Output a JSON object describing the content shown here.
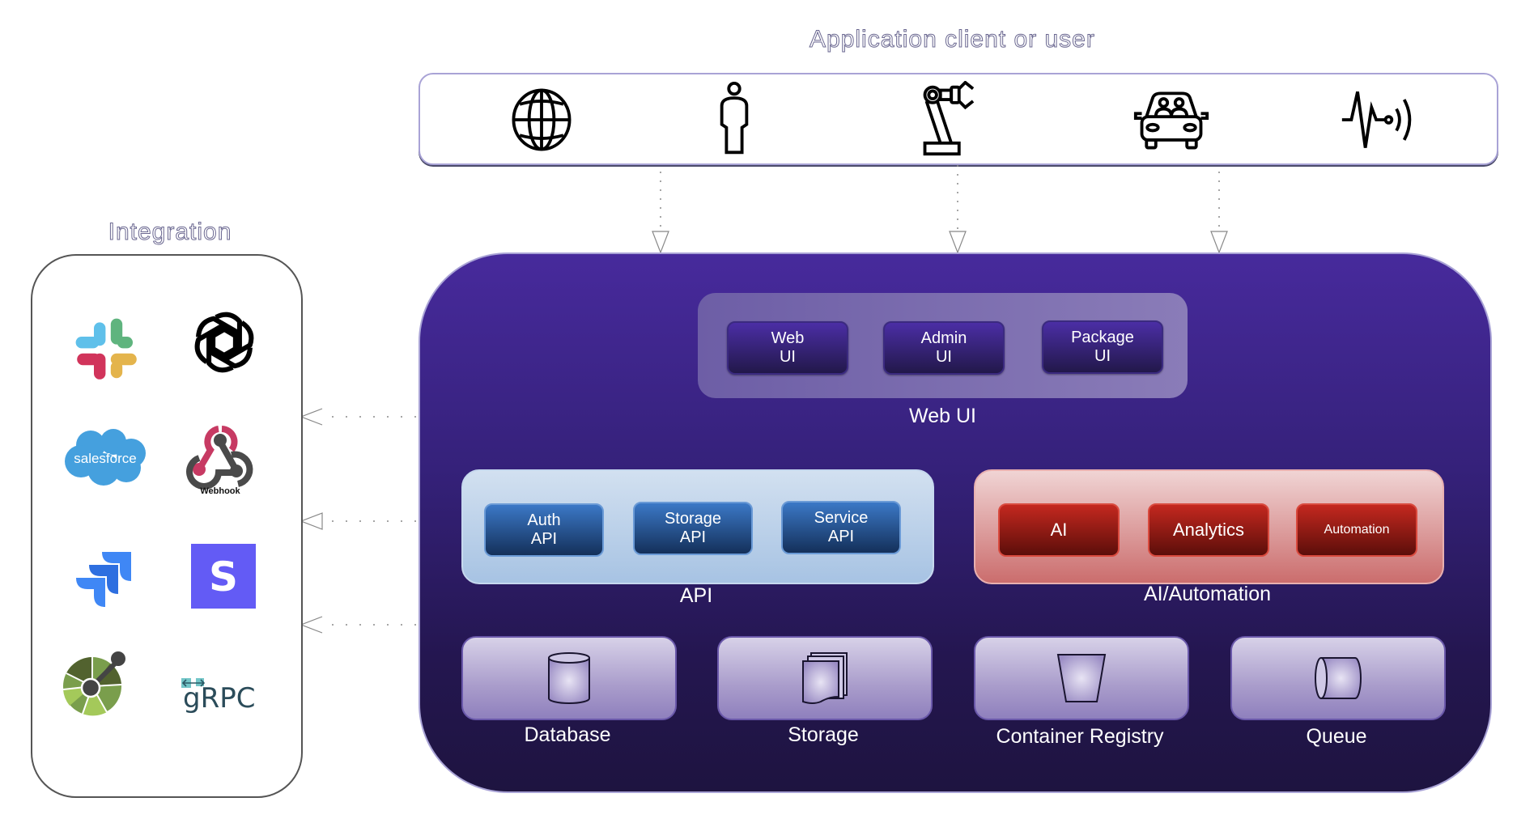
{
  "titles": {
    "clients": "Application client or user",
    "integration": "Integration"
  },
  "clients": [
    {
      "name": "web",
      "icon": "globe-icon"
    },
    {
      "name": "user",
      "icon": "person-icon"
    },
    {
      "name": "robot",
      "icon": "robot-arm-icon"
    },
    {
      "name": "vehicle",
      "icon": "car-icon"
    },
    {
      "name": "iot-sensor",
      "icon": "signal-sensor-icon"
    }
  ],
  "integrations": [
    {
      "name": "Slack",
      "icon": "slack-icon"
    },
    {
      "name": "OpenAI",
      "icon": "openai-icon"
    },
    {
      "name": "Salesforce",
      "icon": "salesforce-icon",
      "label": "salesforce"
    },
    {
      "name": "Webhook",
      "icon": "webhook-icon",
      "label": "Webhook"
    },
    {
      "name": "Jira",
      "icon": "jira-icon"
    },
    {
      "name": "Stripe",
      "icon": "stripe-icon",
      "label": "S"
    },
    {
      "name": "OpenAPI",
      "icon": "openapi-icon"
    },
    {
      "name": "gRPC",
      "icon": "grpc-icon",
      "label": "gRPC"
    }
  ],
  "platform": {
    "web_ui": {
      "label": "Web UI",
      "services": [
        "Web\nUI",
        "Admin\nUI",
        "Package\nUI"
      ]
    },
    "api": {
      "label": "API",
      "services": [
        "Auth\nAPI",
        "Storage\nAPI",
        "Service\nAPI"
      ]
    },
    "ai_automation": {
      "label": "AI/Automation",
      "services": [
        "AI",
        "Analytics",
        "Automation"
      ]
    },
    "data_stores": [
      {
        "label": "Database",
        "icon": "database-cylinder-icon"
      },
      {
        "label": "Storage",
        "icon": "document-stack-icon"
      },
      {
        "label": "Container Registry",
        "icon": "container-bucket-icon"
      },
      {
        "label": "Queue",
        "icon": "queue-cylinder-icon"
      }
    ]
  },
  "colors": {
    "platform_top": "#472a9c",
    "platform_bottom": "#1e1440",
    "api_service": "#2a5a9a",
    "ai_service": "#a01e16",
    "webui_service": "#3a2680",
    "store_fill": "#b8aed6"
  }
}
